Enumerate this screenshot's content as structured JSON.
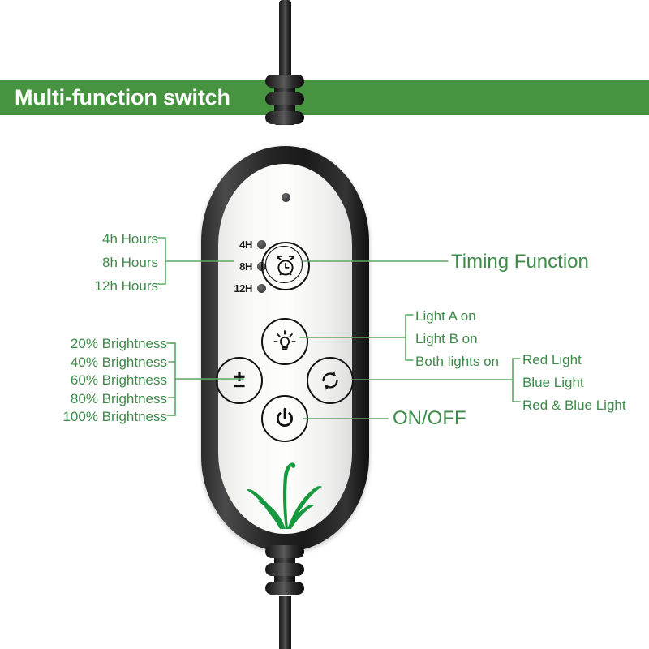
{
  "banner": {
    "title": "Multi-function switch",
    "bg_color": "#479440",
    "text_color": "#ffffff"
  },
  "annotation_color": "#3f8a4a",
  "device": {
    "body_color": "#1a1a1a",
    "face_color": "#f8f8f6",
    "status_led_name": "status-indicator-led",
    "logo": "plant-logo"
  },
  "timer_indicators": [
    {
      "label": "4H"
    },
    {
      "label": "8H"
    },
    {
      "label": "12H"
    }
  ],
  "buttons": {
    "timer": {
      "icon": "alarm-clock-icon",
      "name": "timer-button"
    },
    "light_mode": {
      "icon": "lightbulb-icon",
      "name": "light-mode-button"
    },
    "brightness": {
      "icon": "plus-minus-icon",
      "name": "brightness-button"
    },
    "color_cycle": {
      "icon": "refresh-cycle-icon",
      "name": "color-cycle-button"
    },
    "power": {
      "icon": "power-icon",
      "name": "power-button"
    }
  },
  "annotations": {
    "timing": {
      "labels": [
        "4h Hours",
        "8h Hours",
        "12h Hours"
      ],
      "callout": "Timing Function"
    },
    "brightness": {
      "labels": [
        "20% Brightness",
        "40% Brightness",
        "60% Brightness",
        "80% Brightness",
        "100% Brightness"
      ]
    },
    "light_mode": {
      "labels": [
        "Light A on",
        "Light B on",
        "Both lights on"
      ]
    },
    "color_mode": {
      "labels": [
        "Red Light",
        "Blue Light",
        "Red & Blue Light"
      ]
    },
    "power": {
      "callout": "ON/OFF"
    }
  }
}
